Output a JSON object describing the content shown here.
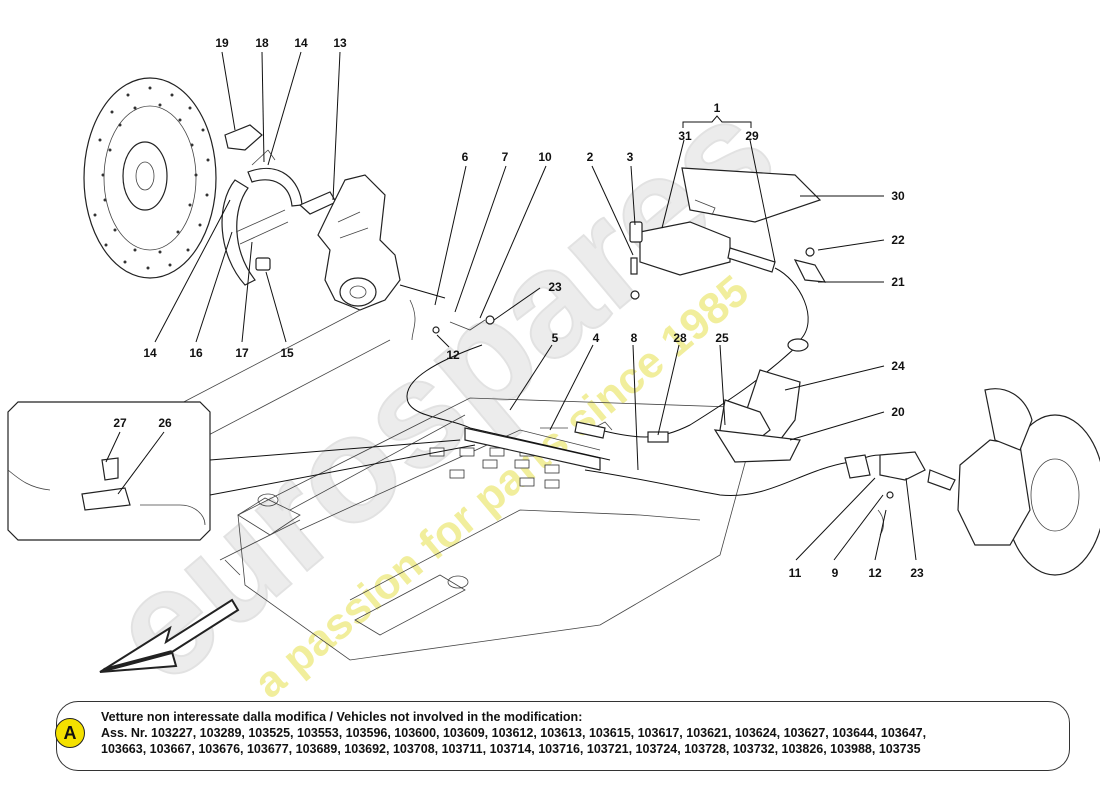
{
  "diagram": {
    "callouts": [
      {
        "id": "c19",
        "label": "19"
      },
      {
        "id": "c18",
        "label": "18"
      },
      {
        "id": "c14a",
        "label": "14"
      },
      {
        "id": "c13",
        "label": "13"
      },
      {
        "id": "c14b",
        "label": "14"
      },
      {
        "id": "c16",
        "label": "16"
      },
      {
        "id": "c17",
        "label": "17"
      },
      {
        "id": "c15",
        "label": "15"
      },
      {
        "id": "c6",
        "label": "6"
      },
      {
        "id": "c7",
        "label": "7"
      },
      {
        "id": "c10",
        "label": "10"
      },
      {
        "id": "c2",
        "label": "2"
      },
      {
        "id": "c3",
        "label": "3"
      },
      {
        "id": "c1",
        "label": "1"
      },
      {
        "id": "c31",
        "label": "31"
      },
      {
        "id": "c29",
        "label": "29"
      },
      {
        "id": "c30",
        "label": "30"
      },
      {
        "id": "c22",
        "label": "22"
      },
      {
        "id": "c21",
        "label": "21"
      },
      {
        "id": "c23a",
        "label": "23"
      },
      {
        "id": "c12a",
        "label": "12"
      },
      {
        "id": "c5",
        "label": "5"
      },
      {
        "id": "c4",
        "label": "4"
      },
      {
        "id": "c8",
        "label": "8"
      },
      {
        "id": "c28",
        "label": "28"
      },
      {
        "id": "c25",
        "label": "25"
      },
      {
        "id": "c24",
        "label": "24"
      },
      {
        "id": "c20",
        "label": "20"
      },
      {
        "id": "c27",
        "label": "27"
      },
      {
        "id": "c26",
        "label": "26"
      },
      {
        "id": "c11",
        "label": "11"
      },
      {
        "id": "c9",
        "label": "9"
      },
      {
        "id": "c12b",
        "label": "12"
      },
      {
        "id": "c23b",
        "label": "23"
      }
    ]
  },
  "watermark": {
    "brand": "eurospares",
    "tagline": "a passion for parts since 1985"
  },
  "note": {
    "badge": "A",
    "line1": "Vetture non interessate dalla modifica / Vehicles not involved in the modification:",
    "line2": "Ass. Nr. 103227, 103289, 103525, 103553, 103596, 103600, 103609, 103612, 103613, 103615, 103617, 103621, 103624, 103627, 103644, 103647,",
    "line3": "103663, 103667, 103676, 103677, 103689, 103692, 103708, 103711, 103714, 103716, 103721, 103724, 103728, 103732, 103826, 103988, 103735"
  },
  "colors": {
    "badge_fill": "#f4e100",
    "watermark_grey": "#e6e6e6",
    "watermark_yellow": "#f0ec9a"
  }
}
